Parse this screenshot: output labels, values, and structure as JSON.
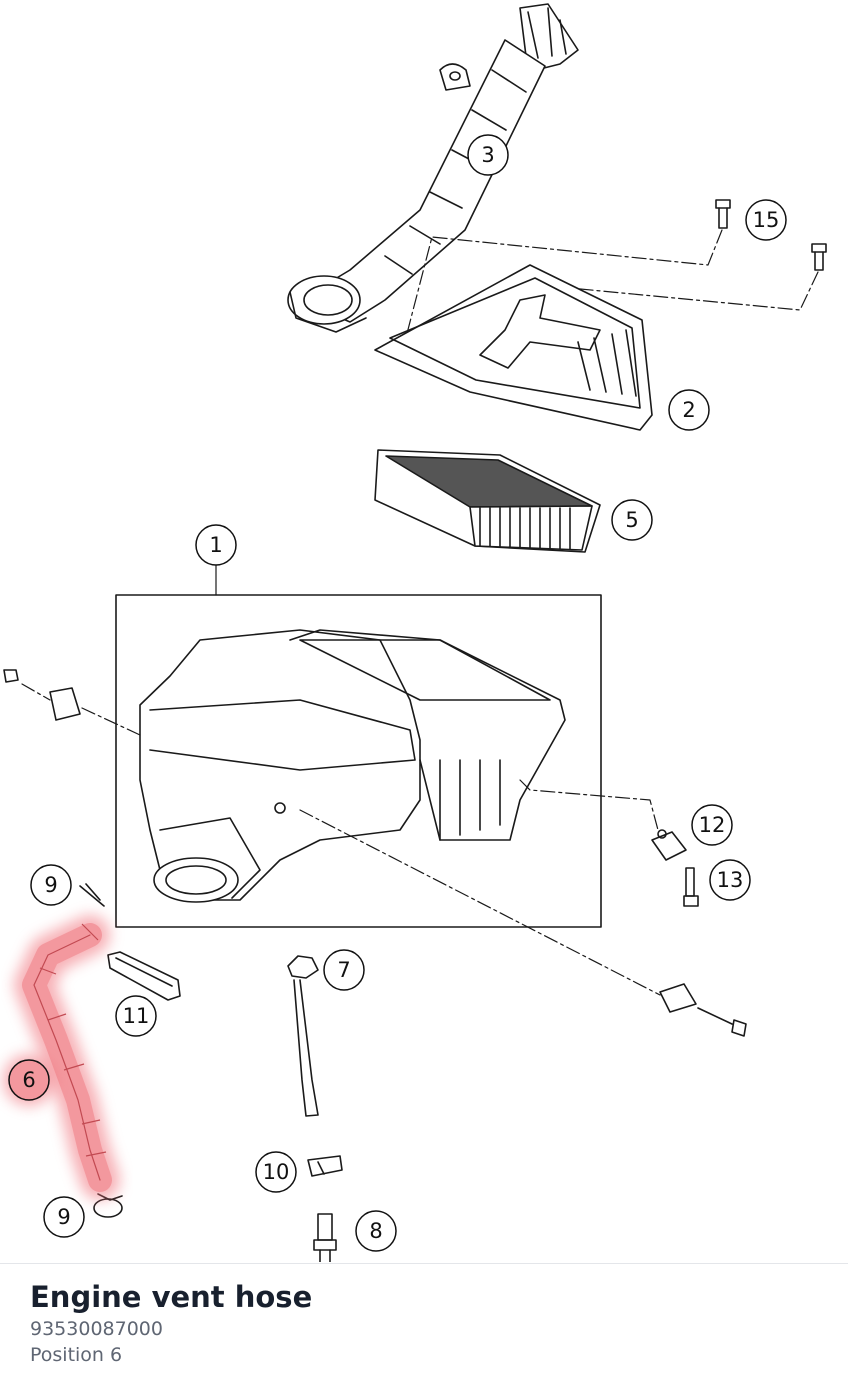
{
  "diagram": {
    "callouts": [
      {
        "id": "callout-3",
        "label": "3"
      },
      {
        "id": "callout-15",
        "label": "15"
      },
      {
        "id": "callout-2",
        "label": "2"
      },
      {
        "id": "callout-5",
        "label": "5"
      },
      {
        "id": "callout-1",
        "label": "1"
      },
      {
        "id": "callout-12",
        "label": "12"
      },
      {
        "id": "callout-13",
        "label": "13"
      },
      {
        "id": "callout-9a",
        "label": "9"
      },
      {
        "id": "callout-7",
        "label": "7"
      },
      {
        "id": "callout-11",
        "label": "11"
      },
      {
        "id": "callout-6",
        "label": "6"
      },
      {
        "id": "callout-10",
        "label": "10"
      },
      {
        "id": "callout-9b",
        "label": "9"
      },
      {
        "id": "callout-8",
        "label": "8"
      }
    ],
    "highlight_color": "#f0717a"
  },
  "part": {
    "name": "Engine vent hose",
    "number": "93530087000",
    "position": "Position 6"
  }
}
